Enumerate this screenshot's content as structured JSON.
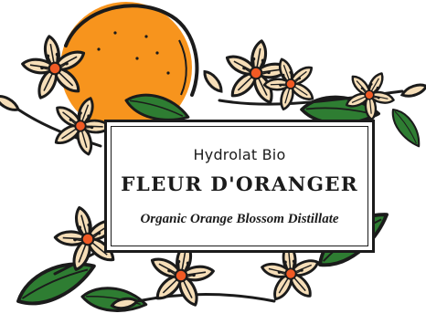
{
  "label": {
    "subtitle": "Hydrolat Bio",
    "title": "FLEUR D'ORANGER",
    "tagline": "Organic Orange Blossom Distillate"
  },
  "colors": {
    "orange": "#f7941d",
    "ink": "#1b1b1b",
    "leaf": "#2e7d32",
    "petal": "#f6deb8",
    "stamen": "#f15a24"
  },
  "illustration": {
    "elements": [
      "orange-fruit",
      "orange-blossoms",
      "leaves"
    ]
  }
}
